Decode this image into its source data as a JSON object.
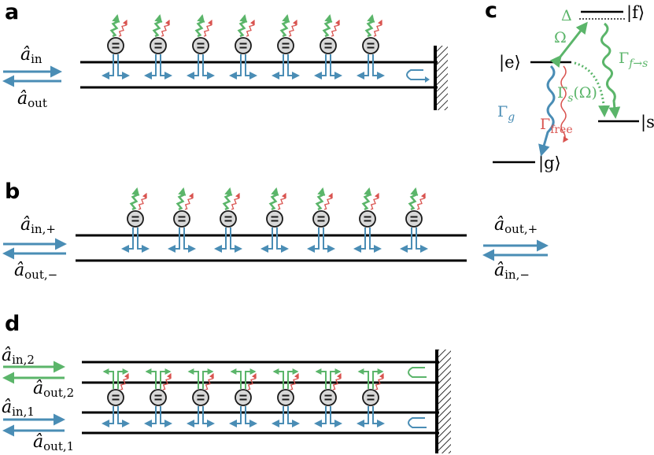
{
  "panels": [
    {
      "id": "a",
      "label": "a"
    },
    {
      "id": "b",
      "label": "b"
    },
    {
      "id": "c",
      "label": "c"
    },
    {
      "id": "d",
      "label": "d"
    }
  ],
  "panel_a": {
    "atom_count": 7,
    "port_in": {
      "sym": "â",
      "sub": "in"
    },
    "port_out": {
      "sym": "â",
      "sub": "out"
    }
  },
  "panel_b": {
    "atom_count": 7,
    "port_left_in": {
      "sym": "â",
      "sub": "in,+"
    },
    "port_left_out": {
      "sym": "â",
      "sub": "out,−"
    },
    "port_right_out": {
      "sym": "â",
      "sub": "out,+"
    },
    "port_right_in": {
      "sym": "â",
      "sub": "in,−"
    }
  },
  "panel_c": {
    "level_f": "|f⟩",
    "level_e": "|e⟩",
    "level_s": "|s⟩",
    "level_g": "|g⟩",
    "detuning": "Δ",
    "drive": "Ω",
    "rate_g": {
      "sym": "Γ",
      "sub": "g"
    },
    "rate_free": {
      "sym": "Γ",
      "sub": "free"
    },
    "rate_s": {
      "sym": "Γ",
      "sub": "s",
      "arg": "(Ω)"
    },
    "rate_fs": {
      "sym": "Γ",
      "sub": "f→s"
    }
  },
  "panel_d": {
    "atom_count": 7,
    "port_in_2": {
      "sym": "â",
      "sub": "in,2"
    },
    "port_out_2": {
      "sym": "â",
      "sub": "out,2"
    },
    "port_in_1": {
      "sym": "â",
      "sub": "in,1"
    },
    "port_out_1": {
      "sym": "â",
      "sub": "out,1"
    }
  },
  "colors": {
    "waveguide": "#000000",
    "guided_blue": "#4a8db5",
    "green": "#5bb56a",
    "red": "#d9534f",
    "atom_fill": "#d8d8d8",
    "level_dotted": "#555555"
  },
  "icons": {
    "atom": "circle-with-two-bars",
    "mirror": "hatched-wall",
    "emission": "wavy-arrow"
  }
}
